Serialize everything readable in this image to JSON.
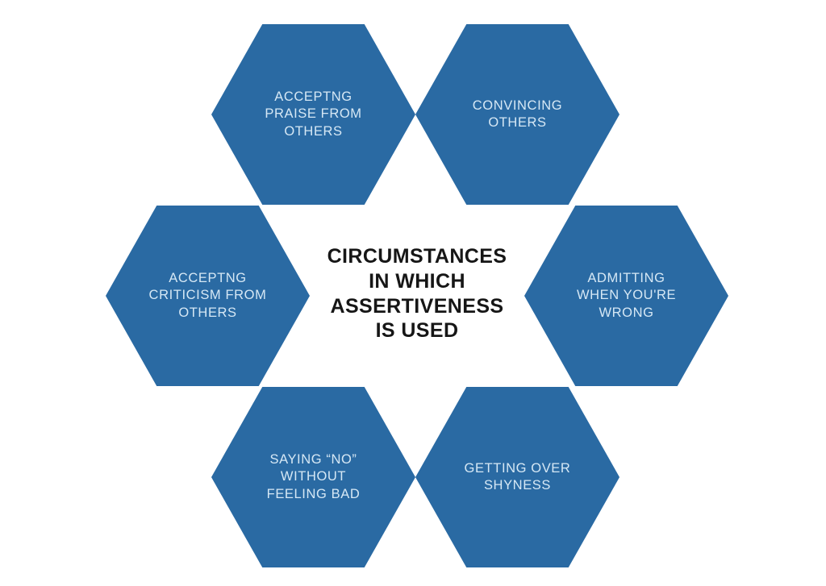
{
  "diagram": {
    "title": "CIRCUMSTANCES\nIN WHICH\nASSERTIVENESS\nIS USED",
    "colors": {
      "hex_fill": "#2a6aa3",
      "hex_text": "#d6e8f5",
      "title_text": "#161616",
      "background": "#ffffff"
    },
    "hexagons": [
      {
        "id": "accepting-praise",
        "position": "top-left",
        "label": "ACCEPTNG\nPRAISE FROM\nOTHERS"
      },
      {
        "id": "convincing-others",
        "position": "top-right",
        "label": "CONVINCING\nOTHERS"
      },
      {
        "id": "accepting-criticism",
        "position": "middle-left",
        "label": "ACCEPTNG\nCRITICISM FROM\nOTHERS"
      },
      {
        "id": "admitting-wrong",
        "position": "middle-right",
        "label": "ADMITTING\nWHEN YOU'RE\nWRONG"
      },
      {
        "id": "saying-no",
        "position": "bottom-left",
        "label": "SAYING “NO”\nWITHOUT\nFEELING BAD"
      },
      {
        "id": "getting-over-shyness",
        "position": "bottom-right",
        "label": "GETTING OVER\nSHYNESS"
      }
    ]
  }
}
